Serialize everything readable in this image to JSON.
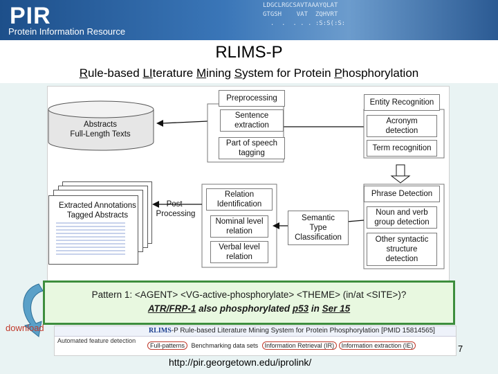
{
  "header": {
    "logo": "PIR",
    "logo_subtitle": "Protein Information Resource",
    "sequence_lines": [
      "LDGCLRGCSAVTAAAYQLAT",
      "GTGSH    VAT  ZQHVRT",
      "  .  .  . . . :S:S(:S:"
    ]
  },
  "title": "RLIMS-P",
  "subtitle": {
    "r": "R",
    "rule_rest": "ule-based ",
    "li": "LI",
    "lit_rest": "terature ",
    "m": "M",
    "min_rest": "ining ",
    "s": "S",
    "sys_rest": "ystem for Protein ",
    "p": "P",
    "phos_rest": "hosphorylation"
  },
  "diagram": {
    "abstracts": [
      "Abstracts",
      "Full-Length Texts"
    ],
    "extracted": [
      "Extracted Annotations",
      "Tagged Abstracts"
    ],
    "post_processing": [
      "Post-",
      "Processing"
    ],
    "preprocessing": "Preprocessing",
    "sentence_extraction": [
      "Sentence",
      "extraction"
    ],
    "pos_tagging": [
      "Part of speech",
      "tagging"
    ],
    "relation_identification": [
      "Relation",
      "Identification"
    ],
    "nominal_relation": [
      "Nominal level",
      "relation"
    ],
    "verbal_relation": [
      "Verbal level",
      "relation"
    ],
    "semantic_type": [
      "Semantic",
      "Type",
      "Classification"
    ],
    "entity_recognition": "Entity Recognition",
    "acronym_detection": [
      "Acronym",
      "detection"
    ],
    "term_recognition": "Term recognition",
    "phrase_detection": "Phrase Detection",
    "noun_verb_group": [
      "Noun and verb",
      "group detection"
    ],
    "other_syntactic": [
      "Other syntactic",
      "structure",
      "detection"
    ]
  },
  "pattern": {
    "line1": "Pattern 1: <AGENT> <VG-active-phosphorylate> <THEME> (in/at <SITE>)?",
    "ex_agent": "ATR/FRP-1",
    "ex_mid": " also phosphorylated ",
    "ex_theme": "p53",
    "ex_in": " in ",
    "ex_site": "Ser 15"
  },
  "download": "download",
  "bottom": {
    "title_logo": "RLIMS",
    "title_text": "-P Rule-based Literature Mining System for Protein Phosphorylation [PMID 15814565]",
    "automated": "Automated feature detection",
    "tabs": [
      "Full-patterns",
      "Benchmarking data sets",
      "Information Retrieval (IR)",
      "Information extraction (IE)"
    ]
  },
  "url": "http://pir.georgetown.edu/iprolink/",
  "page_number": "7",
  "colors": {
    "header": "#2b5a93",
    "pattern_border": "#3d8e3d",
    "pattern_bg": "#e8f8e0",
    "arrow": "#5aa0c8",
    "download": "#c0392b"
  }
}
